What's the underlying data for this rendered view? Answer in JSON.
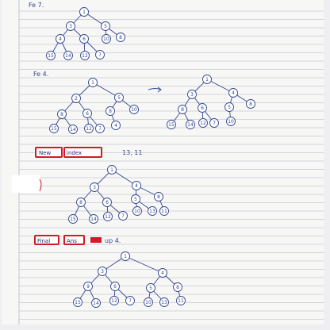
{
  "page": {
    "headings": {
      "fe7": "Fe 7.",
      "fe4": "Fe 4."
    },
    "arrow_icon": "right-arrow",
    "redacted": {
      "new_index_labels": [
        "New",
        "index"
      ],
      "new_index_suffix": "13, 11",
      "final_labels": [
        "Final",
        "Ans"
      ],
      "final_suffix": "up 4."
    },
    "colors": {
      "paper": "#f6f6f4",
      "rule": "#b7b9c8",
      "margin_line": "#c2c4d0",
      "ink": "#34478f",
      "redact_border": "#d11a2a"
    }
  },
  "trees": {
    "tree1": {
      "labels": [
        "1",
        "3",
        "5",
        "4",
        "6",
        "10",
        "8",
        "15",
        "14",
        "12",
        "7"
      ]
    },
    "tree2_left": {
      "labels": [
        "1",
        "2",
        "5",
        "8",
        "6",
        "8",
        "10",
        "15",
        "14",
        "12",
        "7",
        "4"
      ]
    },
    "tree2_right": {
      "labels": [
        "1",
        "3",
        "4",
        "8",
        "6",
        "5",
        "8",
        "15",
        "14",
        "12",
        "7",
        "10"
      ]
    },
    "tree3": {
      "labels": [
        "1",
        "3",
        "4",
        "8",
        "6",
        "5",
        "8",
        "15",
        "14",
        "12",
        "7",
        "10",
        "13",
        "11"
      ]
    },
    "tree4": {
      "labels": [
        "1",
        "3",
        "4",
        "9",
        "6",
        "5",
        "8",
        "15",
        "14",
        "12",
        "7",
        "10",
        "13",
        "11"
      ]
    }
  }
}
